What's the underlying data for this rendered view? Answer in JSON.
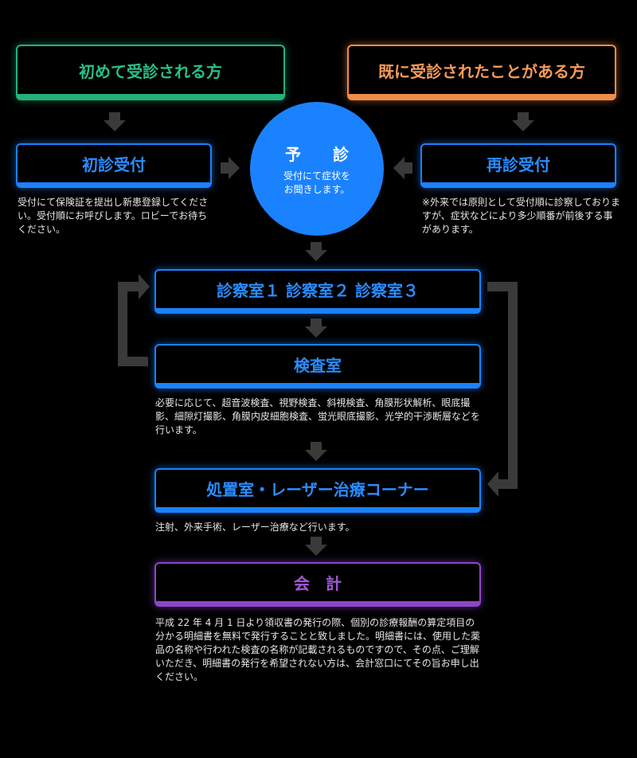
{
  "first_visit": {
    "title": "初めて受診される方"
  },
  "return_visit": {
    "title": "既に受診されたことがある方"
  },
  "first_reception": {
    "title": "初診受付",
    "description": "受付にて保険証を提出し新患登録してください。受付順にお呼びします。ロビーでお待ちください。"
  },
  "reservation": {
    "title": "予　診",
    "description": "受付にて症状を\nお聞きします。"
  },
  "return_reception": {
    "title": "再診受付",
    "description": "※外来では原則として受付順に診察しておりますが、症状などにより多少順番が前後する事があります。"
  },
  "exam_rooms": {
    "title": "診察室１ 診察室２ 診察室３"
  },
  "test_room": {
    "title": "検査室",
    "description": "必要に応じて、超音波検査、視野検査、斜視検査、角膜形状解析、眼底撮影、細隙灯撮影、角膜内皮細胞検査、蛍光眼底撮影、光学的干渉断層などを行います。"
  },
  "treatment_room": {
    "title": "処置室・レーザー治療コーナー",
    "description": "注射、外来手術、レーザー治療など行います。"
  },
  "billing": {
    "title": "会　計",
    "description": "平成 22 年 4 月 1 日より領収書の発行の際、個別の診療報酬の算定項目の分かる明細書を無料で発行することと致しました。明細書には、使用した薬品の名称や行われた検査の名称が記載されるものですので、その点、ご理解いただき、明細書の発行を希望されない方は、会計窓口にてその旨お申し出ください。"
  },
  "colors": {
    "green": "#22b27a",
    "orange": "#f08c48",
    "blue": "#1a82ff",
    "purple": "#8e45c9",
    "arrow": "#3a3a3a"
  }
}
